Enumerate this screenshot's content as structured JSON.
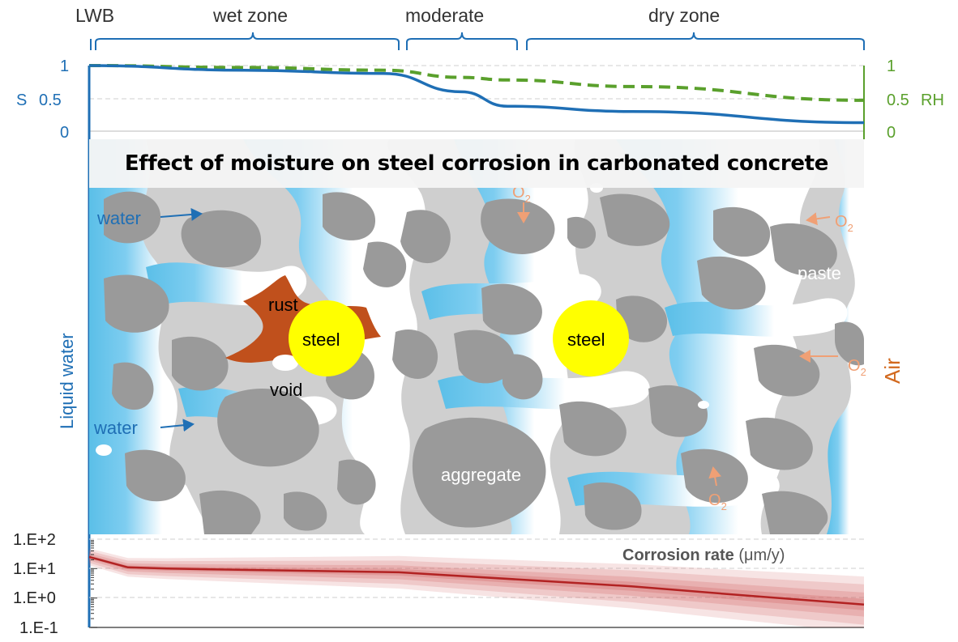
{
  "zones": {
    "lwb": "LWB",
    "wet": "wet zone",
    "moderate": "moderate",
    "dry": "dry zone"
  },
  "top_chart": {
    "left_axis": {
      "label": "S",
      "ticks": [
        "1",
        "0.5",
        "0"
      ]
    },
    "right_axis": {
      "label": "RH",
      "ticks": [
        "1",
        "0.5",
        "0"
      ]
    },
    "colors": {
      "s": "#1f6fb5",
      "rh": "#5aa02c"
    }
  },
  "title": "Effect of moisture on steel corrosion in carbonated concrete",
  "labels": {
    "water_top": "water",
    "water_bottom": "water",
    "rust": "rust",
    "steel_left": "steel",
    "steel_right": "steel",
    "void": "void",
    "aggregate": "aggregate",
    "paste": "paste",
    "air": "Air",
    "liquid_water": "Liquid water",
    "o2": "O",
    "o2_sub": "2"
  },
  "bottom_chart": {
    "title_bold": "Corrosion rate",
    "title_unit": " (μm/y)",
    "ticks": [
      "1.E+2",
      "1.E+1",
      "1.E+0",
      "1.E-1"
    ],
    "color": "#b22222"
  },
  "chart_data": [
    {
      "type": "line",
      "x": [
        0,
        0.2,
        0.38,
        0.48,
        0.54,
        0.7,
        1.0
      ],
      "series": [
        {
          "name": "S",
          "values": [
            1.0,
            0.93,
            0.88,
            0.6,
            0.38,
            0.3,
            0.13
          ]
        },
        {
          "name": "RH",
          "values": [
            1.0,
            0.97,
            0.93,
            0.82,
            0.78,
            0.68,
            0.47
          ]
        }
      ],
      "y_left_label": "S",
      "y_right_label": "RH",
      "ylim": [
        0,
        1
      ]
    },
    {
      "type": "area",
      "title": "Corrosion rate (μm/y)",
      "x": [
        0,
        0.05,
        0.1,
        0.4,
        0.7,
        0.85,
        1.0
      ],
      "values": [
        25,
        11,
        10,
        7.5,
        2.5,
        1.2,
        0.6
      ],
      "yscale": "log",
      "ylim": [
        0.1,
        100
      ],
      "ytick_labels": [
        "1.E+2",
        "1.E+1",
        "1.E+0",
        "1.E-1"
      ]
    }
  ]
}
